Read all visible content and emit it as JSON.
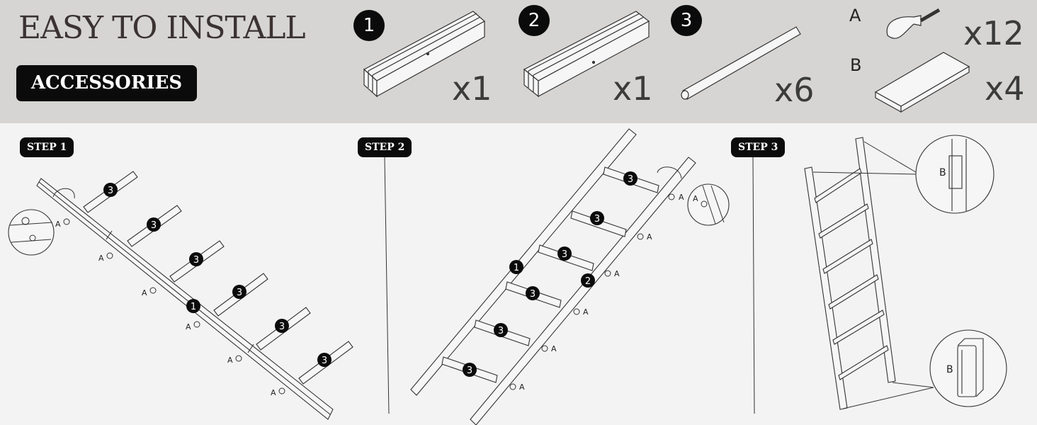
{
  "header": {
    "title": "EASY TO INSTALL",
    "accessories_label": "ACCESSORIES"
  },
  "parts": [
    {
      "number": "1",
      "quantity": "x1"
    },
    {
      "number": "2",
      "quantity": "x1"
    },
    {
      "number": "3",
      "quantity": "x6"
    }
  ],
  "hardware": [
    {
      "letter": "A",
      "quantity": "x12"
    },
    {
      "letter": "B",
      "quantity": "x4"
    }
  ],
  "steps": [
    {
      "label": "STEP 1"
    },
    {
      "label": "STEP 2"
    },
    {
      "label": "STEP 3"
    }
  ],
  "callouts": {
    "rung_number": "3",
    "rail_1_number": "1",
    "rail_2_number": "2",
    "screw_letter": "A",
    "cap_letter": "B"
  },
  "colors": {
    "header_bg": "#d6d5d3",
    "body_bg": "#f3f3f3",
    "badge_bg": "#0b0b0b",
    "line": "#333333"
  }
}
